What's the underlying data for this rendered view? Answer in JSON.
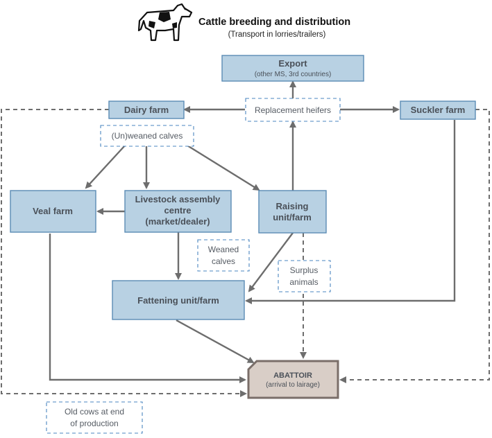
{
  "header": {
    "title": "Cattle breeding and distribution",
    "subtitle": "(Transport in lorries/trailers)"
  },
  "nodes": {
    "export": {
      "title": "Export",
      "subtitle": "(other MS, 3rd countries)"
    },
    "dairy_farm": {
      "title": "Dairy farm"
    },
    "suckler_farm": {
      "title": "Suckler farm"
    },
    "veal_farm": {
      "title": "Veal farm"
    },
    "livestock_centre": {
      "line1": "Livestock assembly",
      "line2": "centre",
      "line3": "(market/dealer)"
    },
    "raising_unit": {
      "line1": "Raising",
      "line2": "unit/farm"
    },
    "fattening_unit": {
      "title": "Fattening unit/farm"
    },
    "abattoir": {
      "title": "ABATTOIR",
      "subtitle": "(arrival to lairage)"
    }
  },
  "notes": {
    "replacement_heifers": "Replacement heifers",
    "unweaned_calves": "(Un)weaned calves",
    "weaned_calves": {
      "line1": "Weaned",
      "line2": "calves"
    },
    "surplus_animals": {
      "line1": "Surplus",
      "line2": "animals"
    },
    "old_cows": {
      "line1": "Old cows at end",
      "line2": "of production"
    }
  },
  "colors": {
    "box_fill": "#b8d1e3",
    "box_stroke": "#5b8bb5",
    "abattoir_fill": "#d9cec7",
    "arrow": "#6d6d6d",
    "note_border": "#4a86c0"
  },
  "icons": {
    "header_icon": "cow-icon"
  }
}
